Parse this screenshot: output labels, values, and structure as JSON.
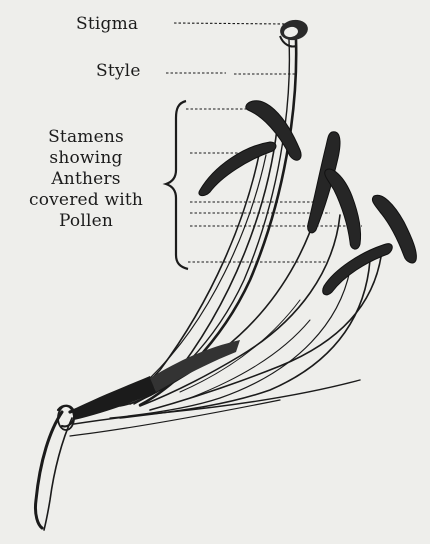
{
  "labels": {
    "stigma": "Stigma",
    "style": "Style",
    "stamens_lines": [
      "Stamens",
      "showing",
      "Anthers",
      "covered with",
      "Pollen"
    ]
  },
  "colors": {
    "ink": "#1b1b1b",
    "paper": "#eeeeeb"
  }
}
